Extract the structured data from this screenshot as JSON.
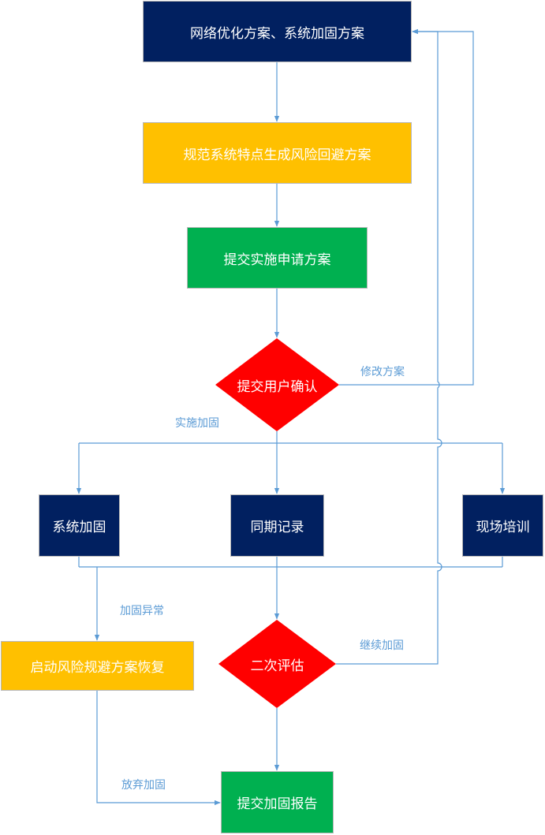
{
  "nodes": {
    "network_plan": "网络优化方案、系统加固方案",
    "risk_plan": "规范系统特点生成风险回避方案",
    "submit_request": "提交实施申请方案",
    "user_confirm": "提交用户确认",
    "sys_harden": "系统加固",
    "sync_record": "同期记录",
    "site_training": "现场培训",
    "second_eval": "二次评估",
    "risk_recovery": "启动风险规避方案恢复",
    "submit_report": "提交加固报告"
  },
  "edges": {
    "modify_plan": "修改方案",
    "implement": "实施加固",
    "harden_abnormal": "加固异常",
    "continue_harden": "继续加固",
    "abandon_harden": "放弃加固"
  },
  "colors": {
    "navy": "#012060",
    "gold": "#ffc000",
    "green": "#00b050",
    "red": "#ff0000",
    "connector": "#5b9bd5"
  }
}
